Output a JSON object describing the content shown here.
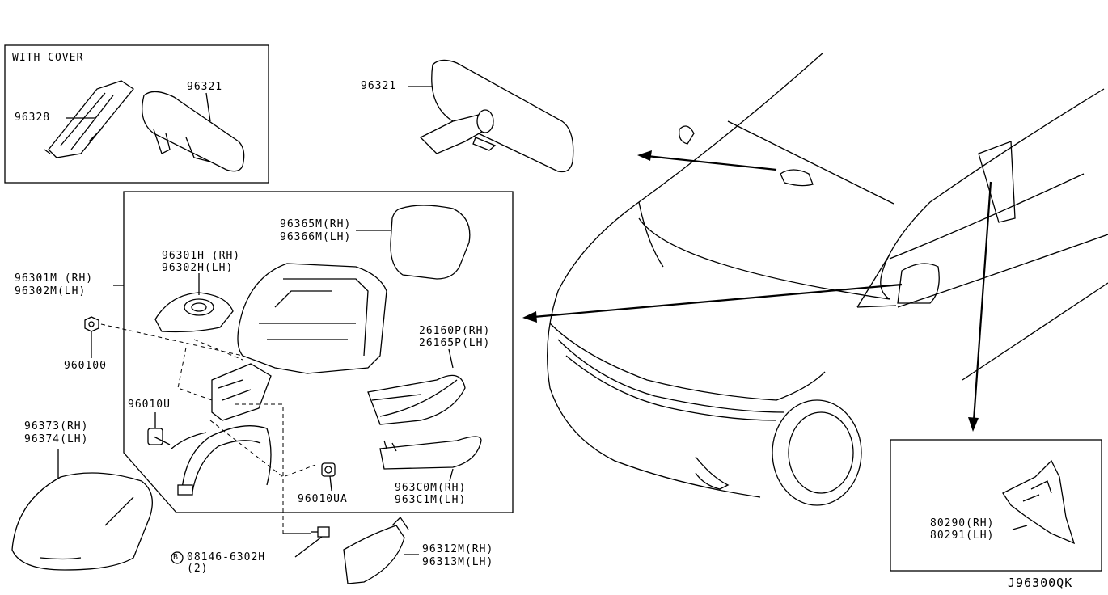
{
  "diagram_code": "J96300QK",
  "with_cover": {
    "title": "WITH COVER",
    "bracket": "96328",
    "mirror": "96321"
  },
  "inside_mirror": "96321",
  "door_mirror": {
    "assy_rh": "96301M (RH)",
    "assy_lh": "96302M(LH)",
    "glass_rh": "96365M(RH)",
    "glass_lh": "96366M(LH)",
    "base_rh": "96301H (RH)",
    "base_lh": "96302H(LH)",
    "nut": "960100",
    "clip": "96010U",
    "clip2": "96010UA",
    "lamp_rh": "26160P(RH)",
    "lamp_lh": "26165P(LH)",
    "cover_lower_rh": "963C0M(RH)",
    "cover_lower_lh": "963C1M(LH)",
    "cap_rh": "96373(RH)",
    "cap_lh": "96374(LH)",
    "finisher_rh": "96312M(RH)",
    "finisher_lh": "96313M(LH)",
    "bolt_mark": "B",
    "bolt": "08146-6302H",
    "bolt_qty": "(2)"
  },
  "pillar": {
    "rh": "80290(RH)",
    "lh": "80291(LH)"
  }
}
